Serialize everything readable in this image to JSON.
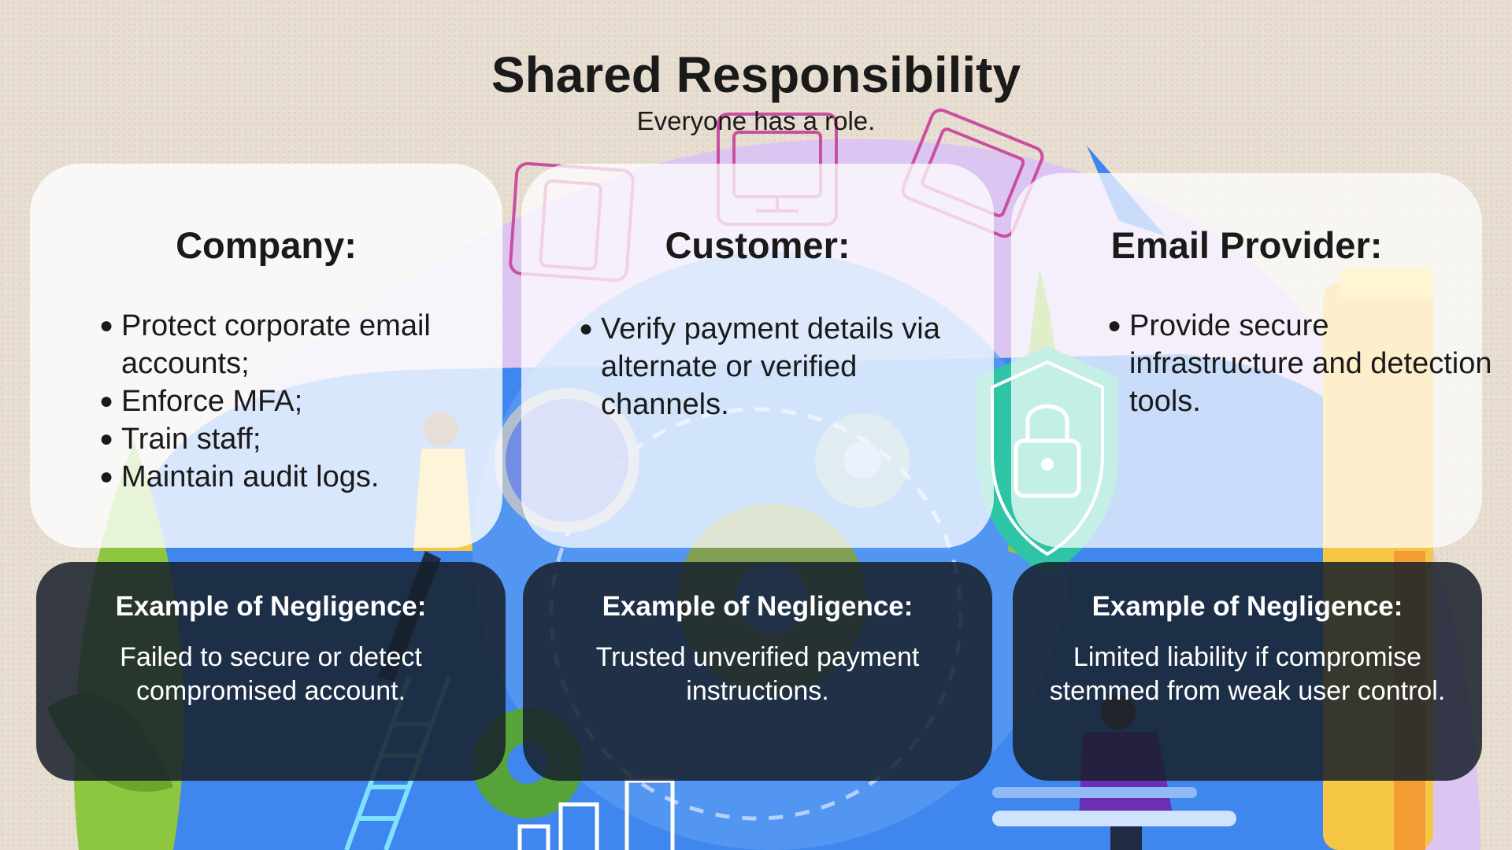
{
  "title": "Shared Responsibility",
  "subtitle": "Everyone has a role.",
  "cards": [
    {
      "heading": "Company:",
      "items": [
        "Protect corporate email accounts;",
        "Enforce MFA;",
        "Train staff;",
        "Maintain audit logs."
      ],
      "example_heading": "Example of Negligence:",
      "example_text": "Failed to secure or detect compromised account."
    },
    {
      "heading": "Customer:",
      "items": [
        "Verify payment details via alternate or verified channels."
      ],
      "example_heading": "Example of Negligence:",
      "example_text": "Trusted unverified payment instructions."
    },
    {
      "heading": "Email Provider:",
      "items": [
        "Provide secure infrastructure and detection tools."
      ],
      "example_heading": "Example of Negligence:",
      "example_text": "Limited liability if compromise stemmed from weak user control."
    }
  ],
  "colors": {
    "background": "#e7ddd0",
    "card_background": "#ffffff",
    "example_background": "#171f2b",
    "example_text": "#ffffff",
    "illustration_blue": "#3f86ee",
    "illustration_green": "#8dc63f",
    "illustration_purple": "#c9a7f5",
    "illustration_yellow": "#f6c744",
    "shield_teal": "#2ec4a6"
  },
  "icons": [
    "shield-lock-icon",
    "gear-icon",
    "monitor-icon",
    "tablet-icon",
    "folder-icon",
    "paper-plane-icon",
    "magnifier-icon",
    "bar-chart-icon",
    "ladder-icon",
    "person-figure-icon"
  ]
}
